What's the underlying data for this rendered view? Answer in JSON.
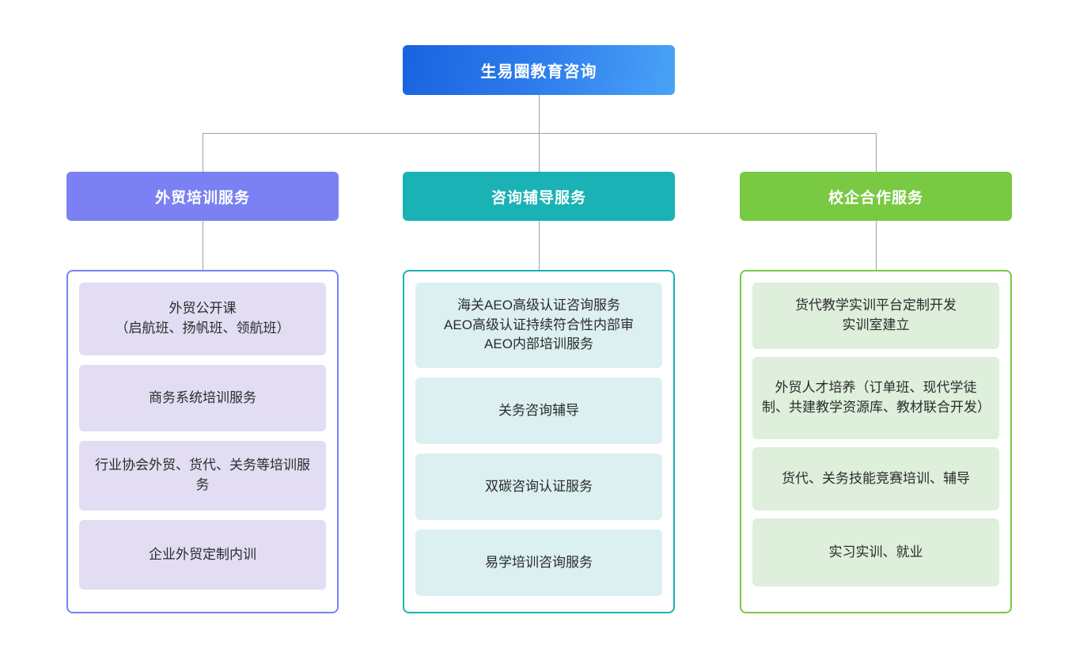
{
  "diagram": {
    "root": {
      "label": "生易圈教育咨询",
      "color": "#2d7bec"
    },
    "connector_color": "#9aa3ad",
    "columns": [
      {
        "header": "外贸培训服务",
        "header_color": "#7b81f2",
        "border_color": "#7b81f2",
        "leaf_color": "#e2ddf3",
        "items": [
          "外贸公开课\n（启航班、扬帆班、领航班）",
          "商务系统培训服务",
          "行业协会外贸、货代、关务等培训服务",
          "企业外贸定制内训"
        ]
      },
      {
        "header": "咨询辅导服务",
        "header_color": "#1ab2b5",
        "border_color": "#1ab2b5",
        "leaf_color": "#dcf0f1",
        "items": [
          "海关AEO高级认证咨询服务\nAEO高级认证持续符合性内部审\nAEO内部培训服务",
          "关务咨询辅导",
          "双碳咨询认证服务",
          "易学培训咨询服务"
        ]
      },
      {
        "header": "校企合作服务",
        "header_color": "#7ac943",
        "border_color": "#7ac943",
        "leaf_color": "#deefdc",
        "items": [
          "货代教学实训平台定制开发\n实训室建立",
          "外贸人才培养（订单班、现代学徒制、共建教学资源库、教材联合开发）",
          "货代、关务技能竞赛培训、辅导",
          "实习实训、就业"
        ]
      }
    ]
  }
}
